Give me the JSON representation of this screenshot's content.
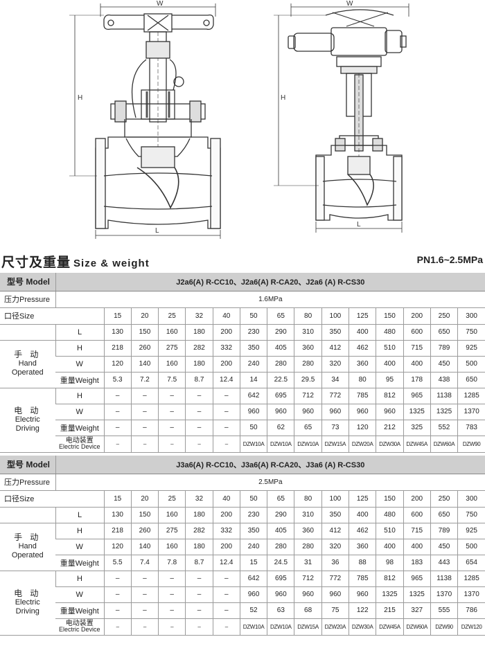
{
  "drawing": {
    "left_labels": {
      "width": "W",
      "height": "H",
      "length": "L"
    },
    "right_labels": {
      "width": "W",
      "height": "H",
      "length": "L"
    }
  },
  "heading": {
    "title_cn": "尺寸及重量",
    "title_en": "Size & weight",
    "pressure_rating": "PN1.6~2.5MPa"
  },
  "tables": [
    {
      "model_label": "型号 Model",
      "model_value": "J2a6(A) R-CC10、J2a6(A) R-CA20、J2a6 (A) R-CS30",
      "pressure_label": "压力Pressure",
      "pressure_value": "1.6MPa",
      "size_label": "口径Size",
      "sizes": [
        "15",
        "20",
        "25",
        "32",
        "40",
        "50",
        "65",
        "80",
        "100",
        "125",
        "150",
        "200",
        "250",
        "300"
      ],
      "l_label": "L",
      "L": [
        "130",
        "150",
        "160",
        "180",
        "200",
        "230",
        "290",
        "310",
        "350",
        "400",
        "480",
        "600",
        "650",
        "750"
      ],
      "hand": {
        "label_cn": "手 动",
        "label_en": "Hand Operated",
        "h_label": "H",
        "w_label": "W",
        "weight_label": "重量Weight",
        "H": [
          "218",
          "260",
          "275",
          "282",
          "332",
          "350",
          "405",
          "360",
          "412",
          "462",
          "510",
          "715",
          "789",
          "925"
        ],
        "W": [
          "120",
          "140",
          "160",
          "180",
          "200",
          "240",
          "280",
          "280",
          "320",
          "360",
          "400",
          "400",
          "450",
          "500"
        ],
        "Weight": [
          "5.3",
          "7.2",
          "7.5",
          "8.7",
          "12.4",
          "14",
          "22.5",
          "29.5",
          "34",
          "80",
          "95",
          "178",
          "438",
          "650"
        ]
      },
      "electric": {
        "label_cn": "电 动",
        "label_en": "Electric Driving",
        "h_label": "H",
        "w_label": "W",
        "weight_label": "重量Weight",
        "device_label_cn": "电动装置",
        "device_label_en": "Electric Device",
        "H": [
          "–",
          "–",
          "–",
          "–",
          "–",
          "642",
          "695",
          "712",
          "772",
          "785",
          "812",
          "965",
          "1138",
          "1285"
        ],
        "W": [
          "–",
          "–",
          "–",
          "–",
          "–",
          "960",
          "960",
          "960",
          "960",
          "960",
          "960",
          "1325",
          "1325",
          "1370"
        ],
        "Weight": [
          "–",
          "–",
          "–",
          "–",
          "–",
          "50",
          "62",
          "65",
          "73",
          "120",
          "212",
          "325",
          "552",
          "783"
        ],
        "Device": [
          "–",
          "–",
          "–",
          "–",
          "–",
          "DZW10A",
          "DZW10A",
          "DZW10A",
          "DZW15A",
          "DZW20A",
          "DZW30A",
          "DZW45A",
          "DZW60A",
          "DZW90"
        ]
      }
    },
    {
      "model_label": "型号 Model",
      "model_value": "J3a6(A) R-CC10、J3a6(A) R-CA20、J3a6 (A) R-CS30",
      "pressure_label": "压力Pressure",
      "pressure_value": "2.5MPa",
      "size_label": "口径Size",
      "sizes": [
        "15",
        "20",
        "25",
        "32",
        "40",
        "50",
        "65",
        "80",
        "100",
        "125",
        "150",
        "200",
        "250",
        "300"
      ],
      "l_label": "L",
      "L": [
        "130",
        "150",
        "160",
        "180",
        "200",
        "230",
        "290",
        "310",
        "350",
        "400",
        "480",
        "600",
        "650",
        "750"
      ],
      "hand": {
        "label_cn": "手 动",
        "label_en": "Hand Operated",
        "h_label": "H",
        "w_label": "W",
        "weight_label": "重量Weight",
        "H": [
          "218",
          "260",
          "275",
          "282",
          "332",
          "350",
          "405",
          "360",
          "412",
          "462",
          "510",
          "715",
          "789",
          "925"
        ],
        "W": [
          "120",
          "140",
          "160",
          "180",
          "200",
          "240",
          "280",
          "280",
          "320",
          "360",
          "400",
          "400",
          "450",
          "500"
        ],
        "Weight": [
          "5.5",
          "7.4",
          "7.8",
          "8.7",
          "12.4",
          "15",
          "24.5",
          "31",
          "36",
          "88",
          "98",
          "183",
          "443",
          "654"
        ]
      },
      "electric": {
        "label_cn": "电 动",
        "label_en": "Electric Driving",
        "h_label": "H",
        "w_label": "W",
        "weight_label": "重量Weight",
        "device_label_cn": "电动装置",
        "device_label_en": "Electric Device",
        "H": [
          "–",
          "–",
          "–",
          "–",
          "–",
          "642",
          "695",
          "712",
          "772",
          "785",
          "812",
          "965",
          "1138",
          "1285"
        ],
        "W": [
          "–",
          "–",
          "–",
          "–",
          "–",
          "960",
          "960",
          "960",
          "960",
          "960",
          "1325",
          "1325",
          "1370",
          "1370"
        ],
        "Weight": [
          "–",
          "–",
          "–",
          "–",
          "–",
          "52",
          "63",
          "68",
          "75",
          "122",
          "215",
          "327",
          "555",
          "786"
        ],
        "Device": [
          "–",
          "–",
          "–",
          "–",
          "–",
          "DZW10A",
          "DZW10A",
          "DZW15A",
          "DZW20A",
          "DZW30A",
          "DZW45A",
          "DZW60A",
          "DZW90",
          "DZW120"
        ]
      }
    }
  ]
}
